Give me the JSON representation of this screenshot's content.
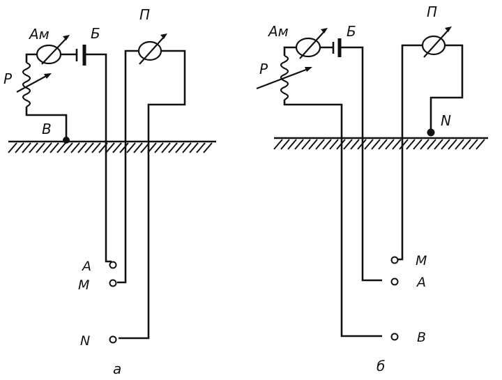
{
  "colors": {
    "ink": "#111111",
    "paper": "#ffffff"
  },
  "diagram_a": {
    "caption": "а",
    "labels": {
      "ammeter": "Ам",
      "battery": "Б",
      "potentiometer": "П",
      "rheostat": "Р",
      "ground_electrode": "В",
      "electrode_a": "А",
      "electrode_m": "М",
      "electrode_n": "N"
    }
  },
  "diagram_b": {
    "caption": "б",
    "labels": {
      "ammeter": "Ам",
      "battery": "Б",
      "potentiometer": "П",
      "rheostat": "Р",
      "ground_electrode": "N",
      "electrode_m": "М",
      "electrode_a": "А",
      "electrode_b": "В"
    }
  }
}
